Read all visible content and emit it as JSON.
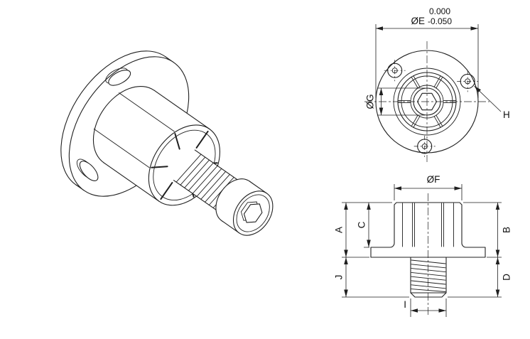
{
  "drawing": {
    "background": "#ffffff",
    "line_color": "#1f1f1f",
    "views": {
      "top": {
        "dim_e_label": "ØE",
        "dim_e_tol_upper": "0.000",
        "dim_e_tol_lower": "-0.050",
        "dim_g_label": "ØG",
        "hole_callout_label": "H"
      },
      "side": {
        "dim_f_label": "ØF",
        "dim_a_label": "A",
        "dim_b_label": "B",
        "dim_c_label": "C",
        "dim_d_label": "D",
        "dim_j_label": "J",
        "dim_i_label": "I"
      }
    }
  }
}
